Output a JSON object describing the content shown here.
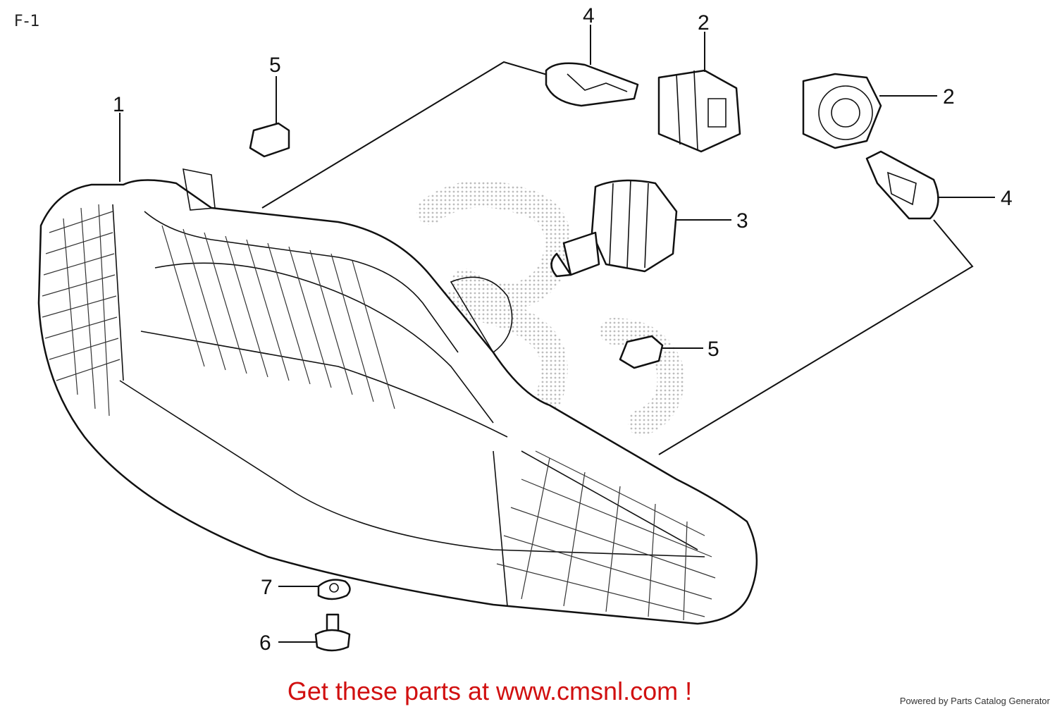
{
  "diagram": {
    "page_label": "F-1",
    "callouts": [
      "1",
      "2",
      "2",
      "3",
      "4",
      "4",
      "5",
      "5",
      "6",
      "7"
    ]
  },
  "footer": {
    "promo_text": "Get these parts at www.cmsnl.com !",
    "credit_text": "Powered by Parts Catalog Generator"
  },
  "colors": {
    "promo": "#d11010",
    "line_art": "#111111",
    "background": "#ffffff"
  }
}
